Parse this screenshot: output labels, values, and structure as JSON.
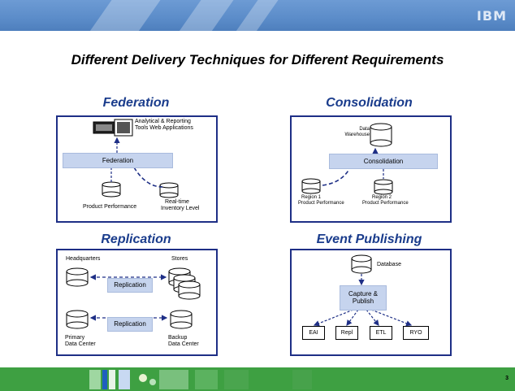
{
  "slide": {
    "title": "Different Delivery Techniques for Different Requirements",
    "logo": "IBM",
    "page_number": "3"
  },
  "federation": {
    "title": "Federation",
    "tools_label": "Analytical & Reporting Tools Web Applications",
    "bar_label": "Federation",
    "db1_label": "Product Performance",
    "db2_label_1": "Real-time",
    "db2_label_2": "Inventory Level"
  },
  "consolidation": {
    "title": "Consolidation",
    "warehouse_label_1": "Data",
    "warehouse_label_2": "Warehouse",
    "bar_label": "Consolidation",
    "region1_label_1": "Region 1",
    "region1_label_2": "Product Performance",
    "region2_label_1": "Region 2",
    "region2_label_2": "Product Performance"
  },
  "replication": {
    "title": "Replication",
    "headquarters_label": "Headquarters",
    "stores_label": "Stores",
    "bar1_label": "Replication",
    "bar2_label": "Replication",
    "primary_label_1": "Primary",
    "primary_label_2": "Data Center",
    "backup_label_1": "Backup",
    "backup_label_2": "Data Center"
  },
  "event_publishing": {
    "title": "Event Publishing",
    "database_label": "Database",
    "box_label_1": "Capture &",
    "box_label_2": "Publish",
    "targets": [
      "EAI",
      "Repl",
      "ETL",
      "RYO"
    ]
  },
  "colors": {
    "panel_border": "#1e2f86",
    "heading": "#1a3c8c",
    "bar_fill": "#c6d4ee",
    "top_band": "#5b8cc9",
    "bottom_band": "#3ea042"
  }
}
